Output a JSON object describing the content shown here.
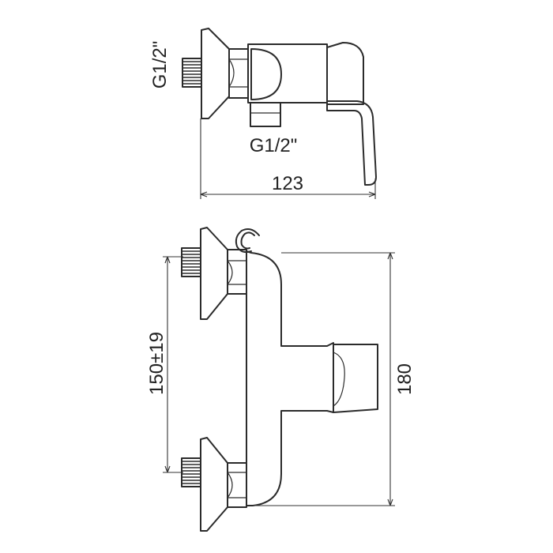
{
  "drawing": {
    "side_view": {
      "thread_label_vertical": "G1/2\"",
      "thread_label_horizontal": "G1/2\"",
      "width_dimension": "123"
    },
    "front_view": {
      "spacing_dimension": "150±19",
      "height_dimension": "180"
    }
  }
}
